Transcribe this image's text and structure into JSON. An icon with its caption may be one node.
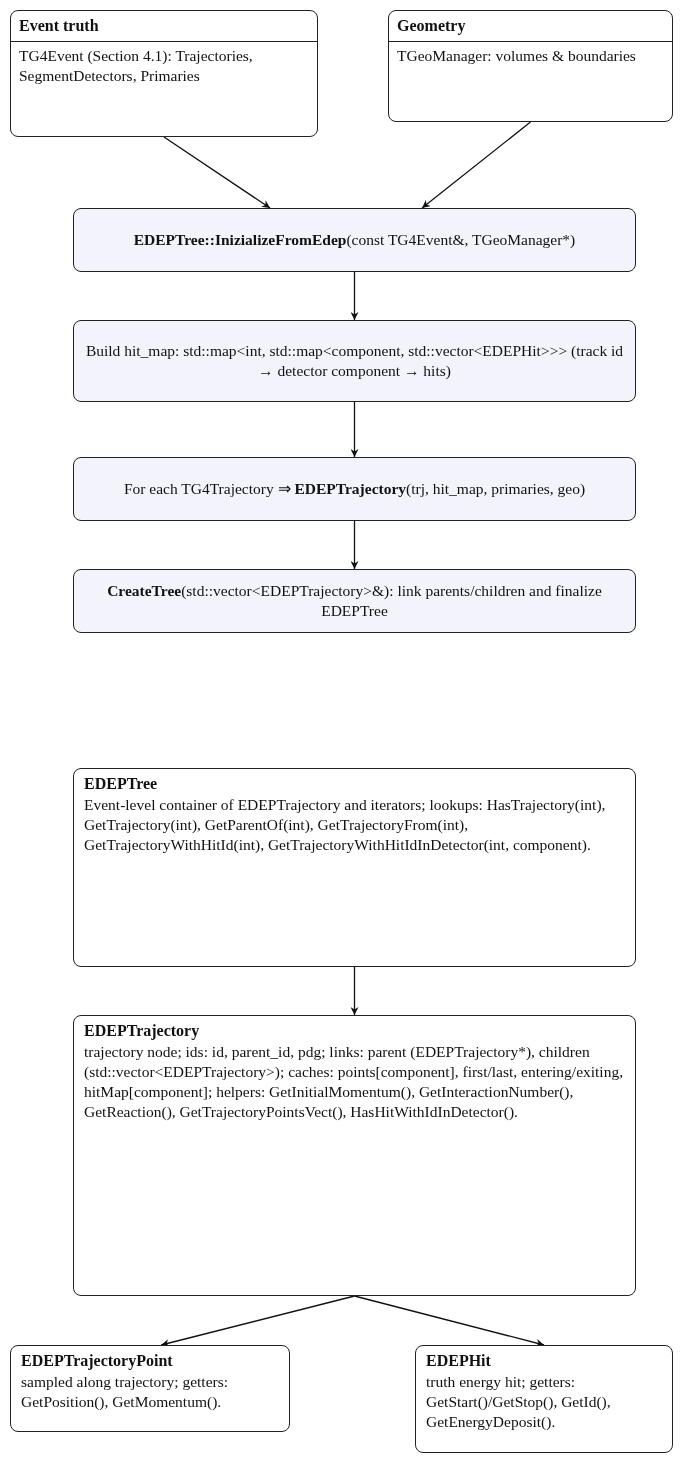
{
  "diagram": {
    "nodes": [
      {
        "text": [
          "Event truth",
          "TG4Event (Section 4.1): Trajectories, SegmentDetectors, Primaries"
        ]
      },
      {
        "text": [
          "Geometry",
          "TGeoManager: volumes & boundaries"
        ]
      },
      {
        "text": [
          "**EDEPTree::InizializeFromEdep**(const TG4Event&, TGeoManager*)"
        ]
      },
      {
        "text": [
          "Build hit_map: std::map<int, std::map<component, std::vector<EDEPHit>>> (track id → detector component → hits)"
        ]
      },
      {
        "text": [
          "For each TG4Trajectory ⇒ **EDEPTrajectory**(trj, hit_map, primaries, geo)"
        ]
      },
      {
        "text": [
          "**CreateTree**(std::vector<EDEPTrajectory>&): link parents/children and finalize EDEPTree"
        ]
      },
      {
        "text": [
          "EDEPTree",
          "Event-level container of EDEPTrajectory and iterators; lookups: HasTrajectory(int), GetTrajectory(int), GetParentOf(int), GetTrajectoryFrom(int), GetTrajectoryWithHitId(int), GetTrajectoryWithHitIdInDetector(int, component)."
        ]
      },
      {
        "text": [
          "EDEPTrajectory",
          "trajectory node; ids: id, parent_id, pdg; links: parent (EDEPTrajectory*), children (std::vector<EDEPTrajectory>); caches: points[component], first/last, entering/exiting, hitMap[component]; helpers: GetInitialMomentum(), GetInteractionNumber(), GetReaction(), GetTrajectoryPointsVect(), HasHitWithIdInDetector()."
        ]
      },
      {
        "text": [
          "EDEPTrajectoryPoint",
          "sampled along trajectory; getters: GetPosition(), GetMomentum()."
        ]
      },
      {
        "text": [
          "EDEPHit",
          "truth energy hit; getters: GetStart()/GetStop(), GetId(), GetEnergyDeposit()."
        ]
      }
    ],
    "edges": [
      {
        "from": 0,
        "to": 2,
        "arrow": "to"
      },
      {
        "from": 1,
        "to": 2,
        "arrow": "to"
      },
      {
        "from": 2,
        "to": 3,
        "arrow": "to"
      },
      {
        "from": 3,
        "to": 4,
        "arrow": "to"
      },
      {
        "from": 4,
        "to": 5,
        "arrow": "to"
      },
      {
        "from": 6,
        "to": 7,
        "arrow": "to"
      },
      {
        "from": 7,
        "to": 8,
        "arrow": "to"
      },
      {
        "from": 7,
        "to": 9,
        "arrow": "to"
      }
    ]
  }
}
